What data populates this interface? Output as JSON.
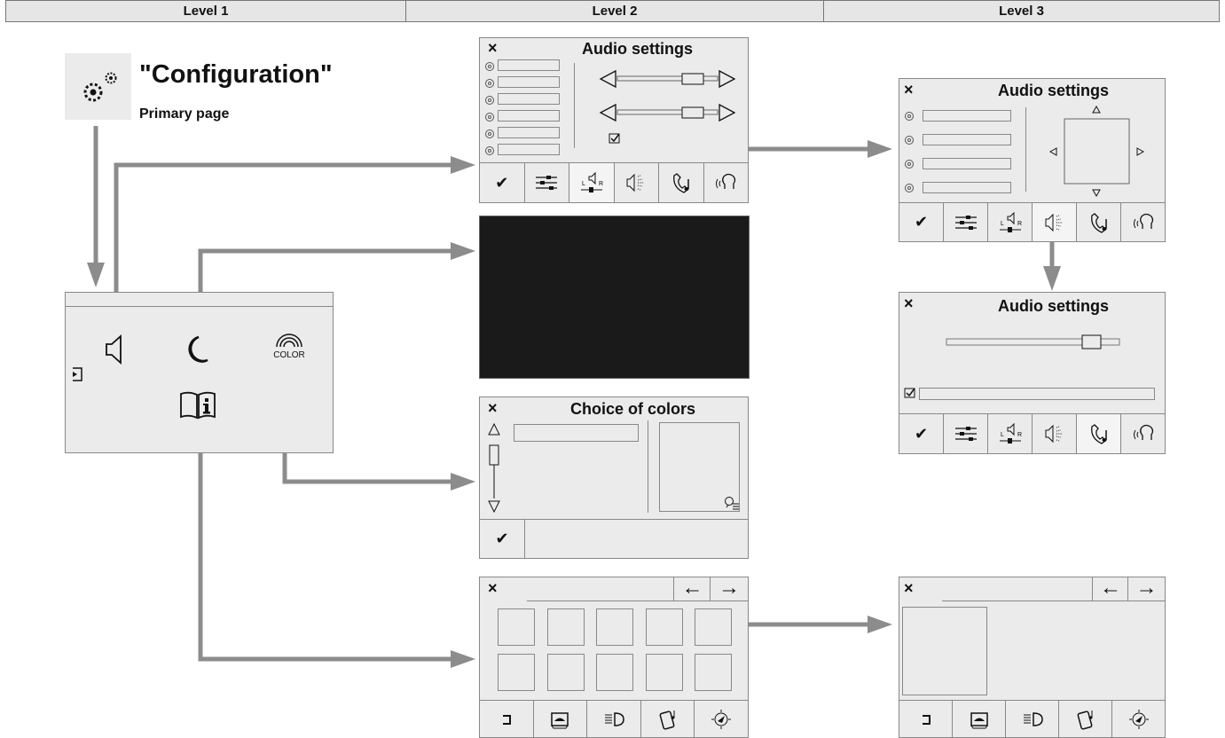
{
  "headers": [
    "Level 1",
    "Level 2",
    "Level 3"
  ],
  "level1": {
    "title": "\"Configuration\"",
    "subtitle": "Primary page",
    "color_label": "COLOR"
  },
  "audio_settings": {
    "title": "Audio settings"
  },
  "colors_dialog": {
    "title": "Choice of colors"
  },
  "close_symbol": "×",
  "ok_symbol": "✔",
  "icons": [
    "gear-icon",
    "speaker-icon",
    "moon-icon",
    "color-icon",
    "manual-icon",
    "exit-icon",
    "equalizer-icon",
    "balance-icon",
    "ambience-icon",
    "ringtone-icon",
    "voice-icon",
    "arrow-left-icon",
    "arrow-right-icon",
    "back-icon",
    "car-icon",
    "light-icon",
    "phone-icon",
    "navigation-icon"
  ]
}
